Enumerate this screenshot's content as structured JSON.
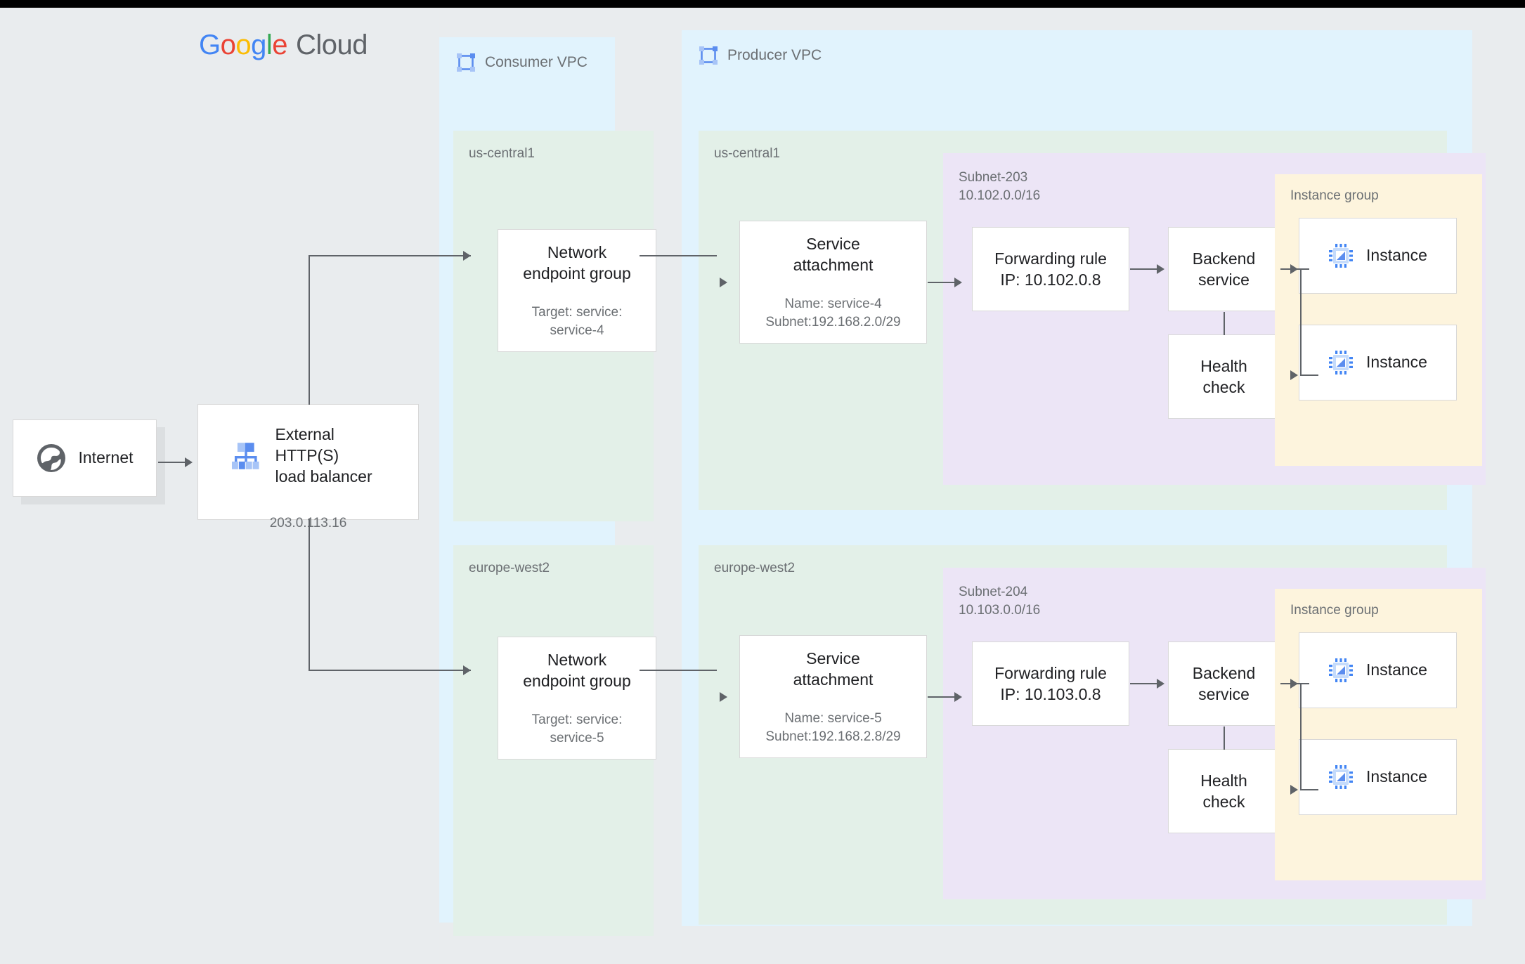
{
  "brand": {
    "g1": "G",
    "o1": "o",
    "o2": "o",
    "g2": "g",
    "l1": "l",
    "e1": "e",
    "cloud": "Cloud"
  },
  "internet": {
    "label": "Internet",
    "icon": "globe-icon"
  },
  "load_balancer": {
    "title": "External HTTP(S)\nload balancer",
    "ip": "203.0.113.16",
    "icon": "load-balancer-icon"
  },
  "consumer_vpc": {
    "title": "Consumer VPC",
    "icon": "vpc-icon",
    "regions": [
      {
        "name": "us-central1",
        "neg": {
          "title": "Network\nendpoint group",
          "sub": "Target: service:\nservice-4"
        }
      },
      {
        "name": "europe-west2",
        "neg": {
          "title": "Network\nendpoint group",
          "sub": "Target: service:\nservice-5"
        }
      }
    ]
  },
  "producer_vpc": {
    "title": "Producer VPC",
    "icon": "vpc-icon",
    "regions": [
      {
        "name": "us-central1",
        "service_attachment": {
          "title": "Service\nattachment",
          "sub": "Name: service-4\nSubnet:192.168.2.0/29"
        },
        "subnet": {
          "label": "Subnet-203\n10.102.0.0/16"
        },
        "forwarding_rule": {
          "title": "Forwarding rule\nIP: 10.102.0.8"
        },
        "backend_service": {
          "title": "Backend\nservice"
        },
        "health_check": {
          "title": "Health\ncheck"
        },
        "instance_group": {
          "label": "Instance group",
          "instances": [
            {
              "label": "Instance",
              "icon": "instance-chip-icon"
            },
            {
              "label": "Instance",
              "icon": "instance-chip-icon"
            }
          ]
        }
      },
      {
        "name": "europe-west2",
        "service_attachment": {
          "title": "Service\nattachment",
          "sub": "Name: service-5\nSubnet:192.168.2.8/29"
        },
        "subnet": {
          "label": "Subnet-204\n10.103.0.0/16"
        },
        "forwarding_rule": {
          "title": "Forwarding rule\nIP: 10.103.0.8"
        },
        "backend_service": {
          "title": "Backend\nservice"
        },
        "health_check": {
          "title": "Health\ncheck"
        },
        "instance_group": {
          "label": "Instance group",
          "instances": [
            {
              "label": "Instance",
              "icon": "instance-chip-icon"
            },
            {
              "label": "Instance",
              "icon": "instance-chip-icon"
            }
          ]
        }
      }
    ]
  },
  "colors": {
    "page_bg": "#e9ecee",
    "vpc_bg": "#e1f3fd",
    "region_bg": "#e3f0e8",
    "subnet_bg": "#ece5f6",
    "instance_group_bg": "#fdf4dd",
    "connector": "#5f6368",
    "google_blue": "#4285F4",
    "google_red": "#EA4335",
    "google_yellow": "#FBBC05",
    "google_green": "#34A853"
  }
}
